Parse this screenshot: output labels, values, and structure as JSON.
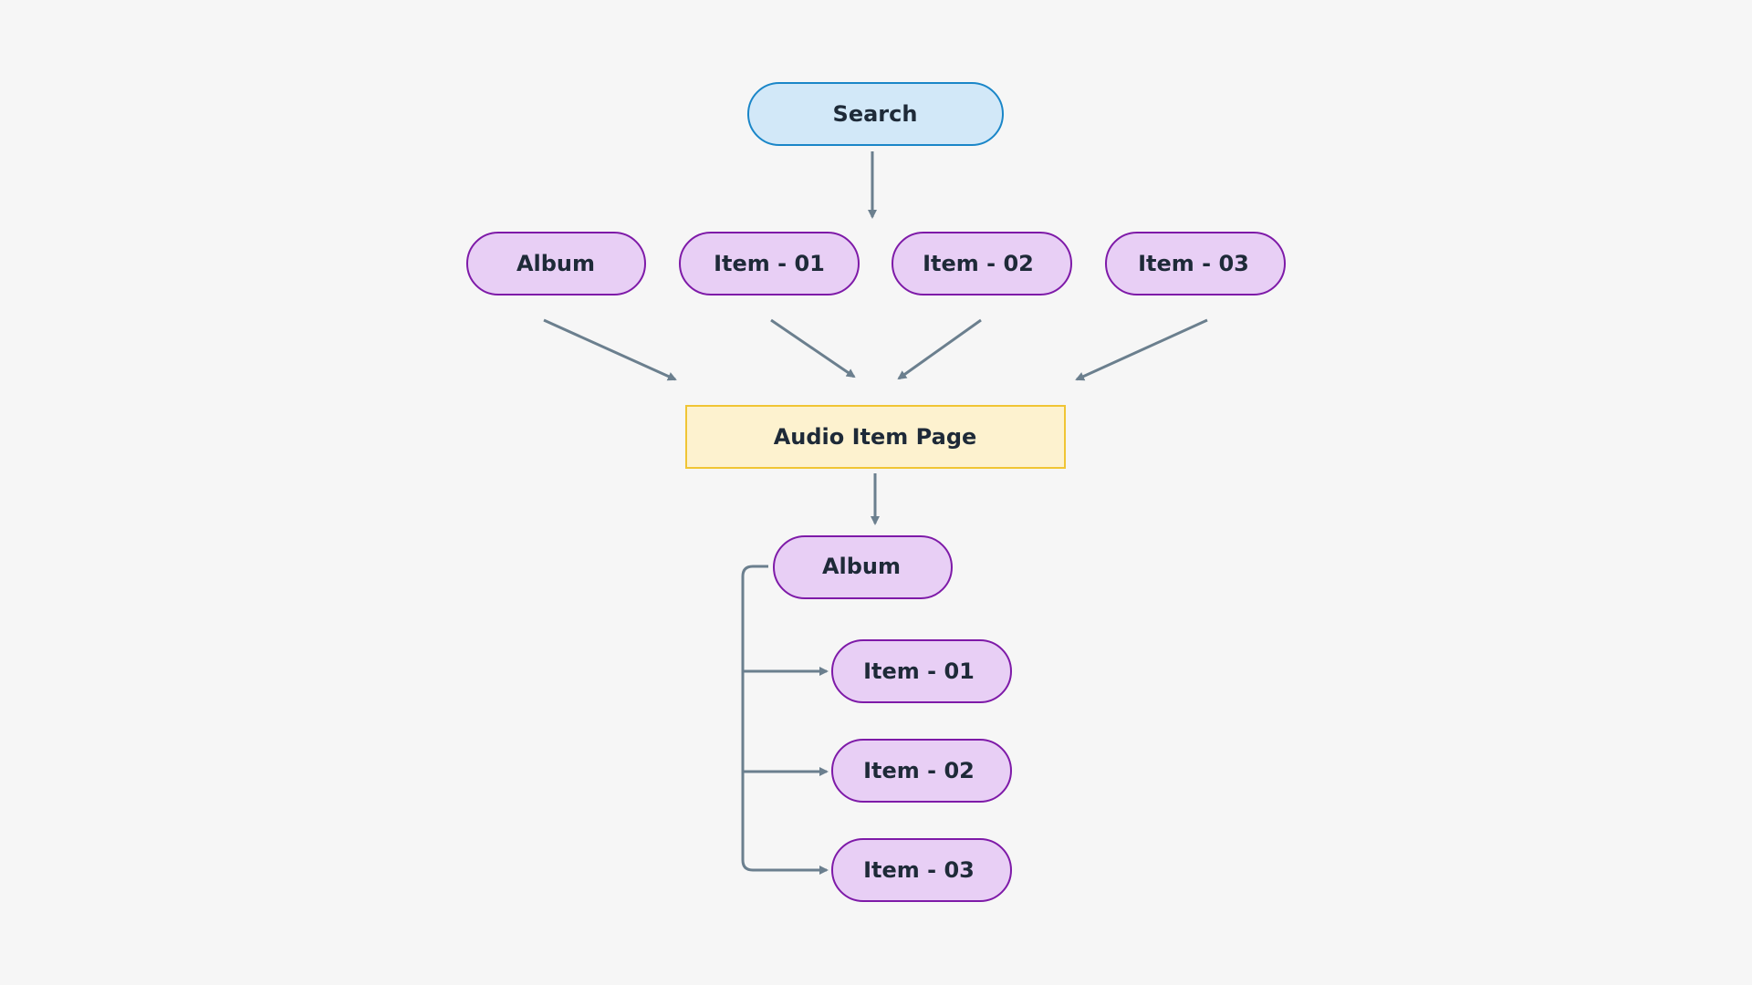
{
  "colors": {
    "background": "#f6f6f6",
    "search_fill": "#d2e8f8",
    "search_stroke": "#1a86c8",
    "pill_fill": "#e8cff5",
    "pill_stroke": "#7e1aa8",
    "page_fill": "#fdf2cf",
    "page_stroke": "#f0c534",
    "connector": "#6b7f8e",
    "text": "#1e2a38"
  },
  "nodes": {
    "search": "Search",
    "top_album": "Album",
    "top_item_01": "Item - 01",
    "top_item_02": "Item - 02",
    "top_item_03": "Item - 03",
    "audio_item_page": "Audio Item Page",
    "bottom_album": "Album",
    "bottom_item_01": "Item - 01",
    "bottom_item_02": "Item - 02",
    "bottom_item_03": "Item - 03"
  }
}
